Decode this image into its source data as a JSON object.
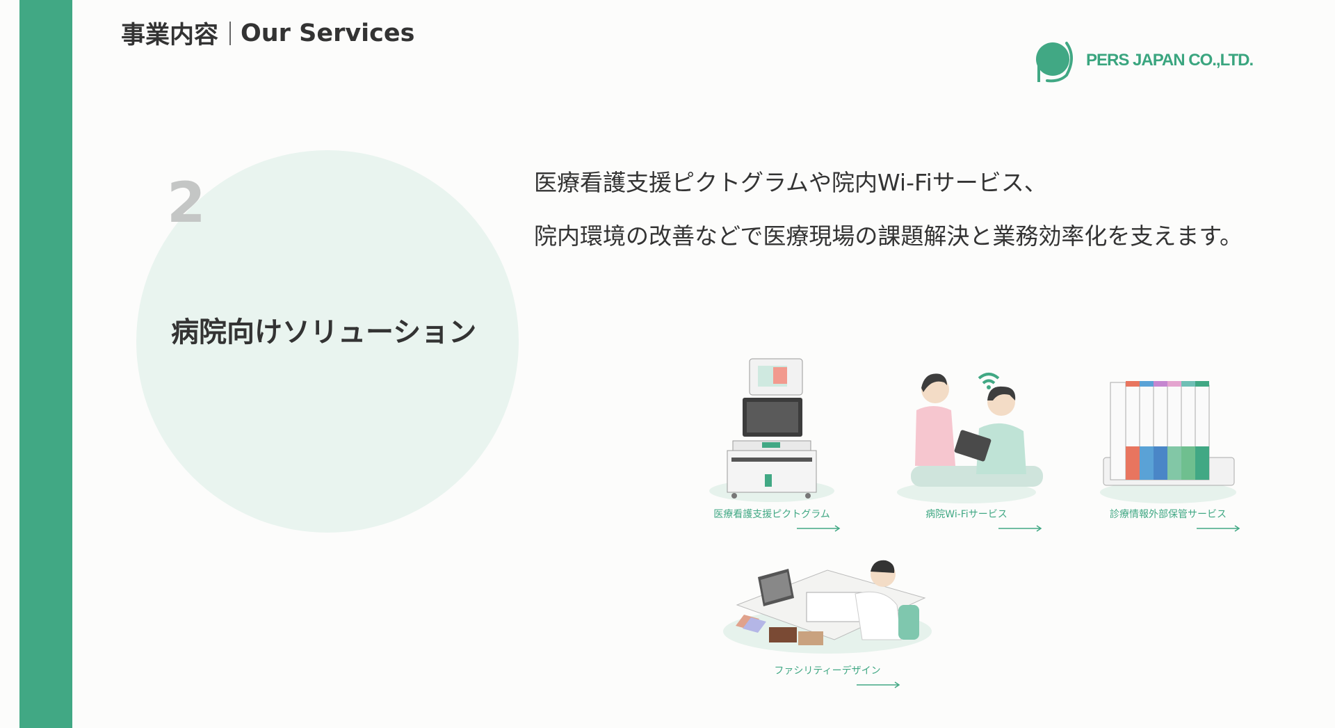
{
  "header": {
    "title_ja": "事業内容",
    "title_en": "Our Services"
  },
  "logo": {
    "text": "PERS JAPAN CO.,LTD."
  },
  "section": {
    "number": "2",
    "title": "病院向けソリューション"
  },
  "description": {
    "line1": "医療看護支援ピクトグラムや院内Wi-Fiサービス、",
    "line2": "院内環境の改善などで医療現場の課題解決と業務効率化を支えます。"
  },
  "services": [
    {
      "label": "医療看護支援ピクトグラム",
      "icon": "kiosk-illustration"
    },
    {
      "label": "病院Wi-Fiサービス",
      "icon": "nurse-patient-wifi-illustration"
    },
    {
      "label": "診療情報外部保管サービス",
      "icon": "binders-illustration"
    },
    {
      "label": "ファシリティーデザイン",
      "icon": "designer-illustration"
    }
  ],
  "colors": {
    "accent": "#41a884",
    "circle": "#e9f4ef",
    "number": "#c4c6c5"
  }
}
